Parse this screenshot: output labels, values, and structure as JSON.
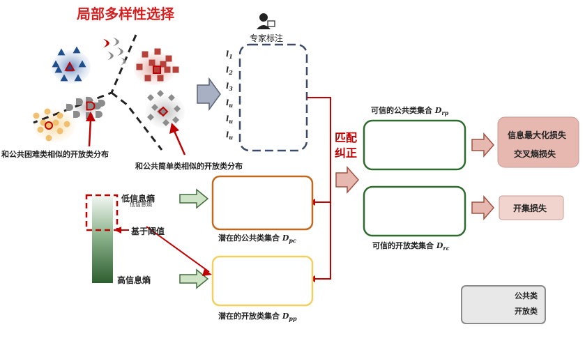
{
  "title": "局部多样性选择",
  "expert": "专家标注",
  "row_labels": [
    "l1",
    "l2",
    "l3",
    "lu",
    "lu",
    "lu"
  ],
  "left": {
    "hard_caption": "和公共困难类相似的开放类分布",
    "simple_caption": "和公共简单类相似的开放类分布"
  },
  "entropy": {
    "low": "低信息熵",
    "low_overlay": "低信息熵",
    "threshold": "基于阈值",
    "high": "高信息熵"
  },
  "match": "匹配\n纠正",
  "sets": {
    "pc": "潜在的公共类集合 Dpc",
    "pp": "潜在的开放类集合 Dpp",
    "rp": "可信的公共类集合 Drp",
    "rc": "可信的开放类集合 Drc"
  },
  "losses": {
    "max_info": "信息最大化损失",
    "cross_entropy": "交叉熵损失",
    "open_set": "开集损失"
  },
  "legend": {
    "common": "公共类",
    "open": "开放类"
  },
  "colors": {
    "title_red": "#d42020",
    "triangle_blue": "#1f4e8c",
    "square_red": "#b5413a",
    "circle_yellow": "#f0c070",
    "open_gray": "#8c8c8c",
    "arrow_red": "#c00000",
    "box_green": "#2f6b2f",
    "box_orange": "#c06a20",
    "box_yellow": "#f0d060",
    "loss_pink": "#e6b8b0"
  }
}
